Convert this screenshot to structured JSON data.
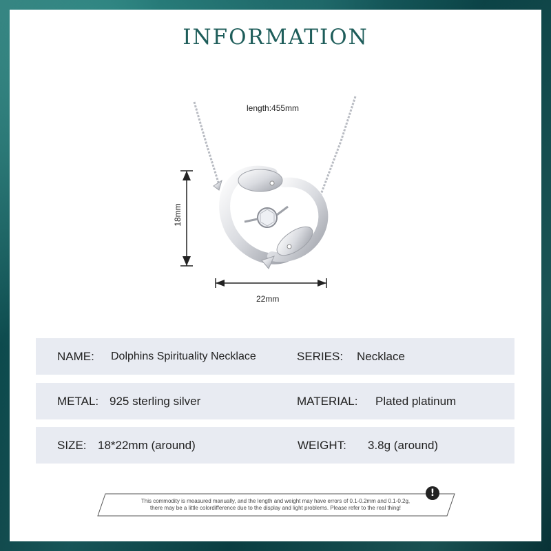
{
  "title": "INFORMATION",
  "dimensions": {
    "length_label": "length:455mm",
    "height_label": "18mm",
    "width_label": "22mm"
  },
  "specs": {
    "name_key": "NAME:",
    "name_value": "Dolphins Spirituality Necklace",
    "series_key": "SERIES:",
    "series_value": "Necklace",
    "metal_key": "METAL:",
    "metal_value": "925 sterling silver",
    "material_key": "MATERIAL:",
    "material_value": "Plated platinum",
    "size_key": "SIZE:",
    "size_value": "18*22mm (around)",
    "weight_key": "WEIGHT:",
    "weight_value": "3.8g (around)"
  },
  "note": {
    "line1": "This commodity is measured manually, and the length and weight may have errors of 0.1-0.2mm and 0.1-0.2g,",
    "line2": "there may be a little colordifference due to the display and light problems. Please refer to the real thing!",
    "icon": "!"
  },
  "colors": {
    "title": "#1e5d5a",
    "row_bg": "#e8ebf2",
    "background": "#0d4a4d"
  }
}
